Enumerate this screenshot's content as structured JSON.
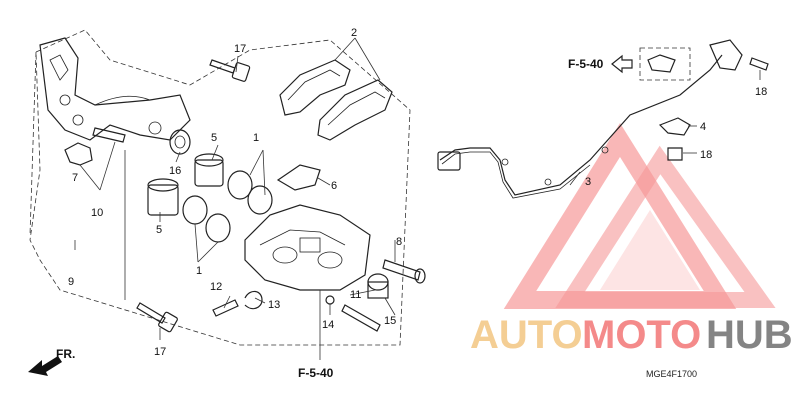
{
  "diagram": {
    "callouts": {
      "p1a": "1",
      "p1b": "1",
      "p2": "2",
      "p3": "3",
      "p4": "4",
      "p5a": "5",
      "p5b": "5",
      "p6": "6",
      "p7": "7",
      "p8": "8",
      "p9": "9",
      "p10": "10",
      "p11": "11",
      "p12": "12",
      "p13": "13",
      "p14": "14",
      "p15": "15",
      "p16": "16",
      "p17a": "17",
      "p17b": "17",
      "p18a": "18",
      "p18b": "18"
    },
    "references": {
      "ref_bottom": "F-5-40",
      "ref_top": "F-5-40",
      "front": "FR."
    },
    "code": "MGE4F1700"
  },
  "watermark": {
    "auto": "AUTO",
    "moto": "MOTO",
    "hub": "HUB",
    "colors": {
      "primary": "#f26d6d",
      "secondary": "#f2c27a",
      "dark": "#666666"
    }
  }
}
